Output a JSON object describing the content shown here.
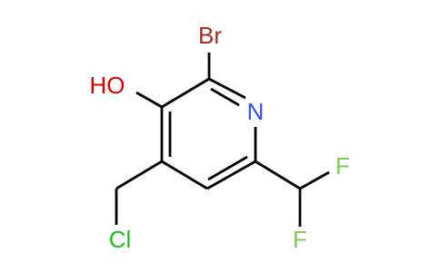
{
  "molecule": {
    "atoms": {
      "bromine": {
        "label": "Br",
        "color": "#a62929"
      },
      "hydroxyl": {
        "label": "HO",
        "color": "#e00000"
      },
      "nitrogen": {
        "label": "N",
        "color": "#3050f8"
      },
      "chlorine": {
        "label": "Cl",
        "color": "#1fbf1f"
      },
      "fluorine_top": {
        "label": "F",
        "color": "#7fcc52"
      },
      "fluorine_bottom": {
        "label": "F",
        "color": "#7fcc52"
      }
    },
    "bond_color": "#000000",
    "background": "#ffffff"
  }
}
